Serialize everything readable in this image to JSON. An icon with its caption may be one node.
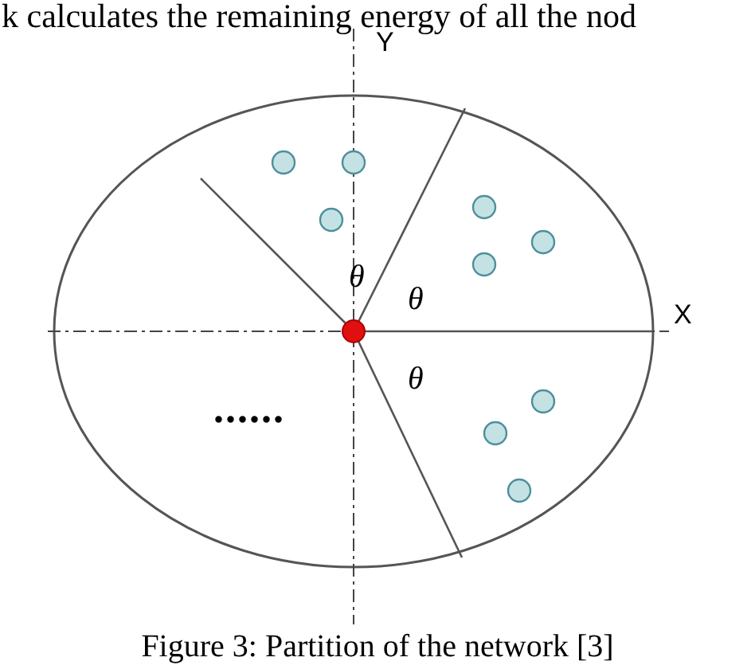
{
  "diagram": {
    "caption": "Figure 3: Partition of the network [3]",
    "labels": [
      "k calculates the remaining energy of all the nod",
      "Y",
      "X",
      "θ",
      "θ",
      "θ",
      "......"
    ]
  }
}
